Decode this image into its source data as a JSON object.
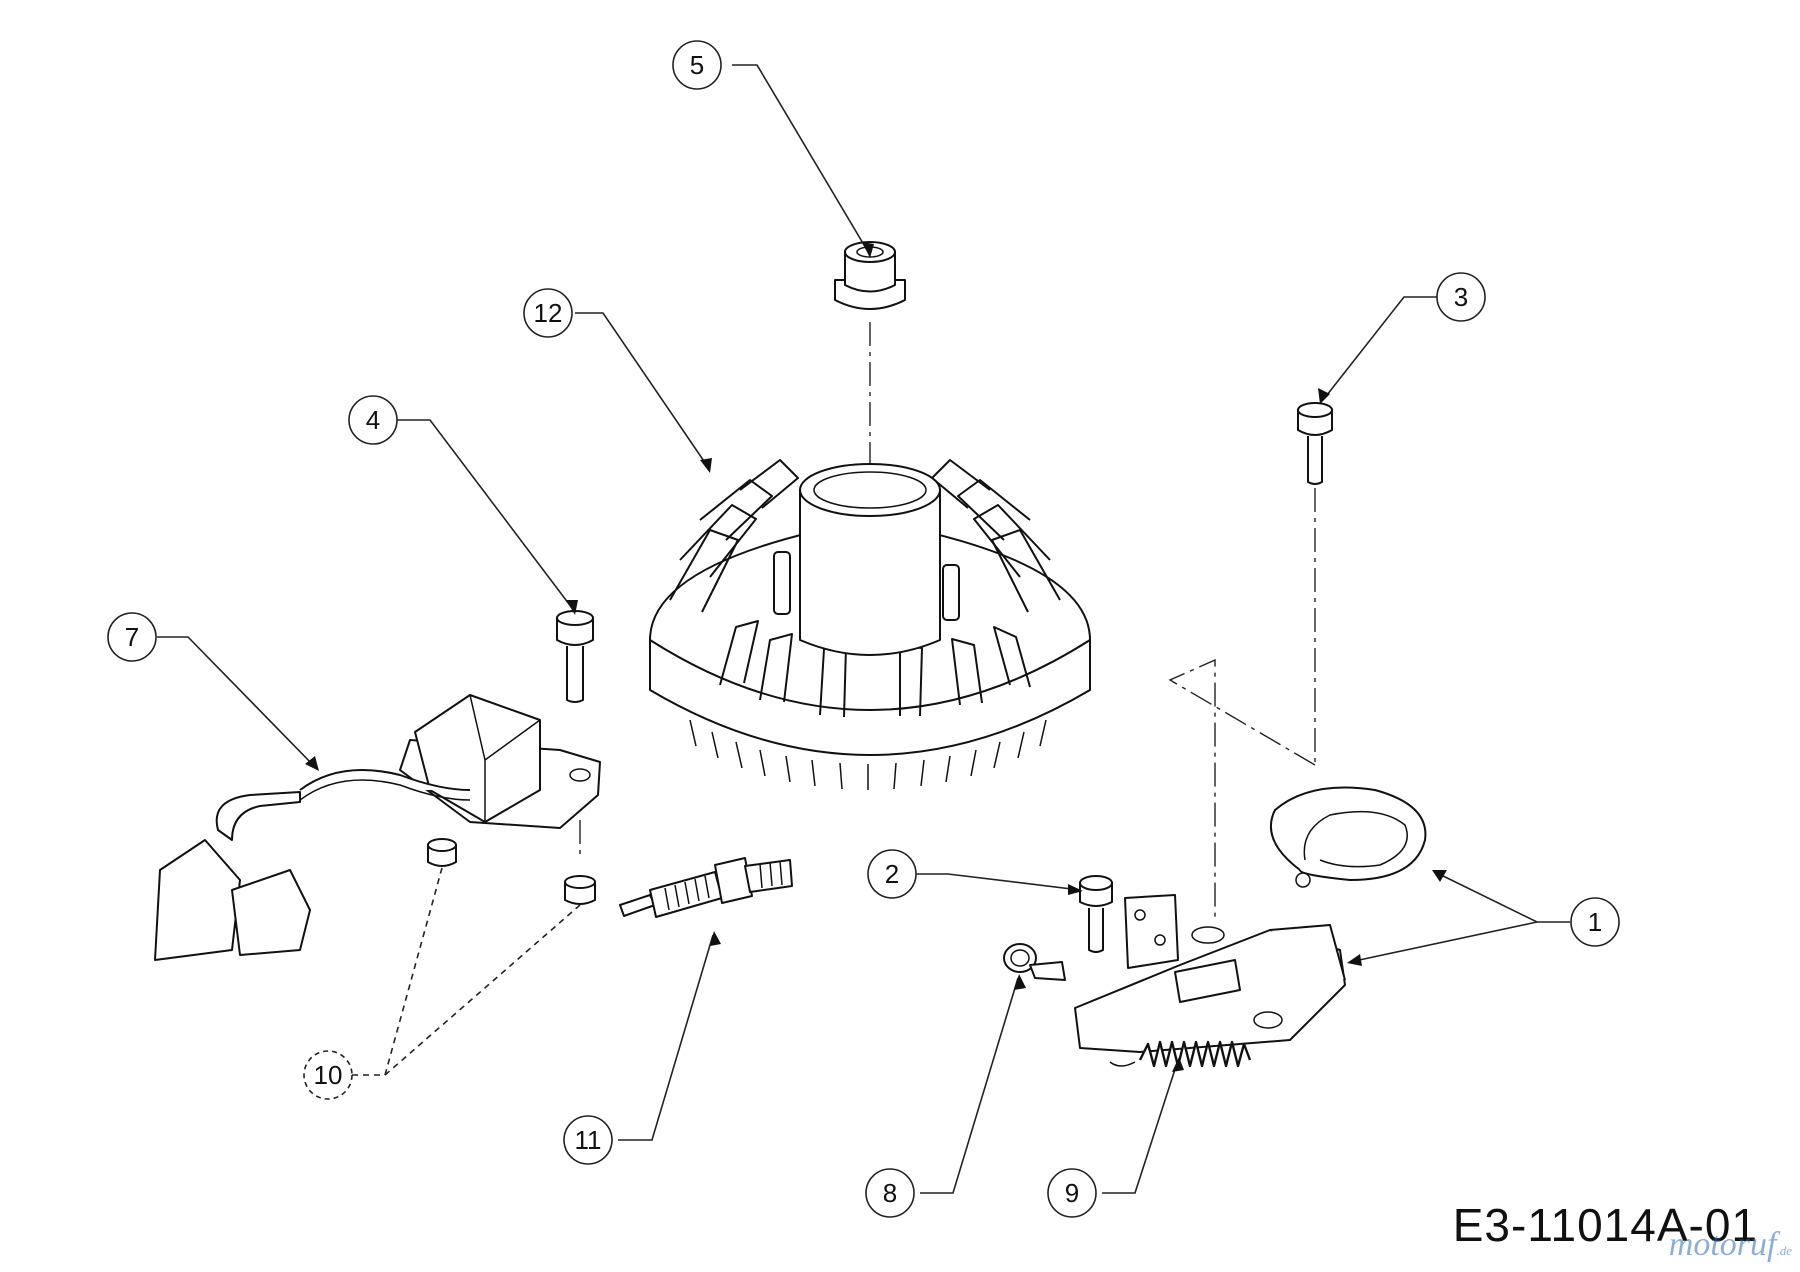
{
  "drawing_number": "E3-11014A-01",
  "watermark": {
    "brand": "motoruf",
    "tld": ".de"
  },
  "callouts": [
    {
      "id": "1",
      "label": "1",
      "dashed": false
    },
    {
      "id": "2",
      "label": "2",
      "dashed": false
    },
    {
      "id": "3",
      "label": "3",
      "dashed": false
    },
    {
      "id": "4",
      "label": "4",
      "dashed": false
    },
    {
      "id": "5",
      "label": "5",
      "dashed": false
    },
    {
      "id": "7",
      "label": "7",
      "dashed": false
    },
    {
      "id": "8",
      "label": "8",
      "dashed": false
    },
    {
      "id": "9",
      "label": "9",
      "dashed": false
    },
    {
      "id": "10",
      "label": "10",
      "dashed": true
    },
    {
      "id": "11",
      "label": "11",
      "dashed": false
    },
    {
      "id": "12",
      "label": "12",
      "dashed": false
    }
  ],
  "colors": {
    "line": "#111111",
    "background": "#ffffff",
    "watermark": "#2f6db5"
  }
}
